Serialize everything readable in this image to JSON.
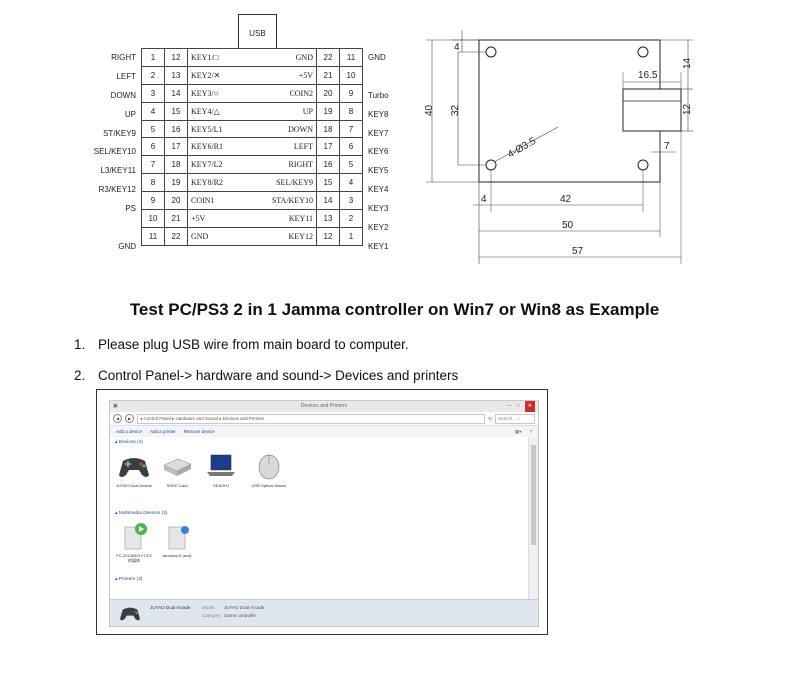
{
  "usb_label": "USB",
  "pinout": {
    "rows": [
      {
        "left_label": "RIGHT",
        "a": "1",
        "b": "12",
        "left_key": "KEY1/□",
        "right_key": "GND",
        "c": "22",
        "d": "11",
        "right_label": "GND"
      },
      {
        "left_label": "LEFT",
        "a": "2",
        "b": "13",
        "left_key": "KEY2/✕",
        "right_key": "+5V",
        "c": "21",
        "d": "10",
        "right_label": ""
      },
      {
        "left_label": "DOWN",
        "a": "3",
        "b": "14",
        "left_key": "KEY3/○",
        "right_key": "COIN2",
        "c": "20",
        "d": "9",
        "right_label": "Turbo"
      },
      {
        "left_label": "UP",
        "a": "4",
        "b": "15",
        "left_key": "KEY4/△",
        "right_key": "UP",
        "c": "19",
        "d": "8",
        "right_label": "KEY8"
      },
      {
        "left_label": "ST/KEY9",
        "a": "5",
        "b": "16",
        "left_key": "KEY5/L1",
        "right_key": "DOWN",
        "c": "18",
        "d": "7",
        "right_label": "KEY7"
      },
      {
        "left_label": "SEL/KEY10",
        "a": "6",
        "b": "17",
        "left_key": "KEY6/R1",
        "right_key": "LEFT",
        "c": "17",
        "d": "6",
        "right_label": "KEY6"
      },
      {
        "left_label": "L3/KEY11",
        "a": "7",
        "b": "18",
        "left_key": "KEY7/L2",
        "right_key": "RIGHT",
        "c": "16",
        "d": "5",
        "right_label": "KEY5"
      },
      {
        "left_label": "R3/KEY12",
        "a": "8",
        "b": "19",
        "left_key": "KEY8/R2",
        "right_key": "SEL/KEY9",
        "c": "15",
        "d": "4",
        "right_label": "KEY4"
      },
      {
        "left_label": "PS",
        "a": "9",
        "b": "20",
        "left_key": "COIN1",
        "right_key": "STA/KEY10",
        "c": "14",
        "d": "3",
        "right_label": "KEY3"
      },
      {
        "left_label": "",
        "a": "10",
        "b": "21",
        "left_key": "+5V",
        "right_key": "KEY11",
        "c": "13",
        "d": "2",
        "right_label": "KEY2"
      },
      {
        "left_label": "GND",
        "a": "11",
        "b": "22",
        "left_key": "GND",
        "right_key": "KEY12",
        "c": "12",
        "d": "1",
        "right_label": "KEY1"
      }
    ]
  },
  "dimensions": {
    "d4_top": "4",
    "d40": "40",
    "d32": "32",
    "d14": "14",
    "d16_5": "16.5",
    "d12": "12",
    "d7": "7",
    "d4_left": "4",
    "d42": "42",
    "d50": "50",
    "d57": "57",
    "hole": "4-Ø3.5"
  },
  "heading": "Test PC/PS3 2 in 1 Jamma controller on Win7 or Win8 as Example",
  "steps": [
    {
      "num": "1.",
      "text": "Please plug USB wire from main board to computer."
    },
    {
      "num": "2.",
      "text": "Control Panel-> hardware and sound-> Devices and printers"
    }
  ],
  "window": {
    "title": "Devices and Printers",
    "address": "◂ Control Panel ▸ Hardware and Sound ▸ Devices and Printers",
    "search_placeholder": "Search... ⌕",
    "commands": [
      "Add a device",
      "Add a printer",
      "Remove device"
    ],
    "groups": {
      "devices": "▴ Devices (4)",
      "multimedia": "▴ Multimedia Devices (2)",
      "printers": "▴ Printers (3)"
    },
    "devices": [
      "JUYAO Dual Arcade",
      "SDHC Card",
      "SEAOHJ",
      "USB Optical Mouse"
    ],
    "multimedia": [
      "PC-20130621YTZIZ 的媒体",
      "windows-8 (ava)"
    ],
    "details": {
      "name": "JUYAO Dual Arcade",
      "model_key": "Model:",
      "model_val": "JUYAO Dual Arcade",
      "category_key": "Category:",
      "category_val": "Game controller"
    },
    "colors": {
      "accent": "#1e4e8c",
      "close": "#c9302c"
    }
  }
}
